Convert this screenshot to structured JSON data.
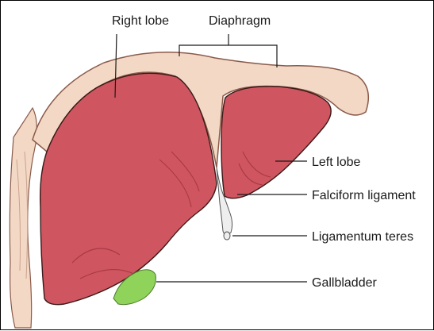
{
  "labels": {
    "right_lobe": "Right lobe",
    "diaphragm": "Diaphragm",
    "left_lobe": "Left lobe",
    "falciform_ligament": "Falciform ligament",
    "ligamentum_teres": "Ligamentum teres",
    "gallbladder": "Gallbladder"
  },
  "colors": {
    "liver": "#cf5660",
    "liver_shadow": "#a83844",
    "diaphragm": "#f3d8c6",
    "diaphragm_edge": "#8a5a4a",
    "gallbladder": "#8fd35a",
    "ligament": "#eeeeee",
    "outline": "#3a1a18"
  }
}
